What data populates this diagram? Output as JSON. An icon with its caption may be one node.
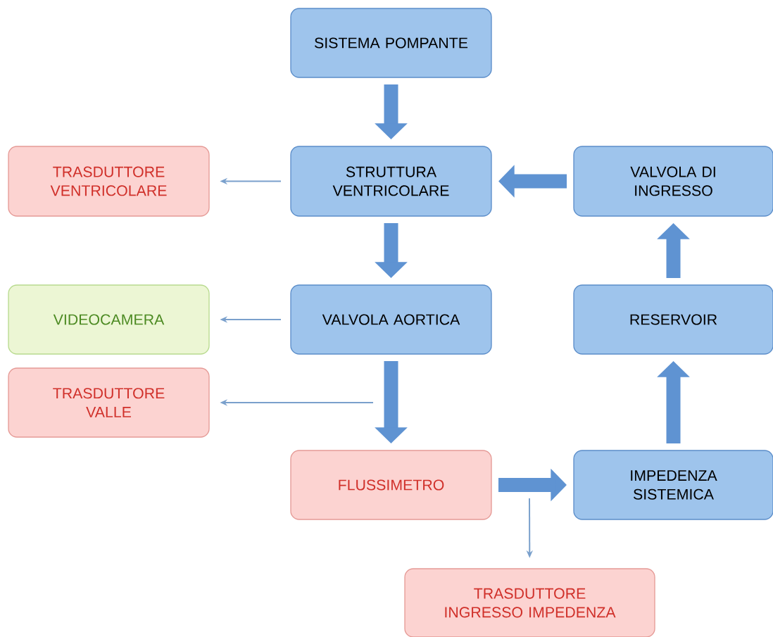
{
  "diagram": {
    "nodes": [
      {
        "text": [
          "SISTEMA POMPANTE"
        ]
      },
      {
        "text": [
          "TRASDUTTORE VENTRICOLARE"
        ]
      },
      {
        "text": [
          "STRUTTURA VENTRICOLARE"
        ]
      },
      {
        "text": [
          "VALVOLA DI INGRESSO"
        ]
      },
      {
        "text": [
          "VIDEOCAMERA"
        ]
      },
      {
        "text": [
          "VALVOLA AORTICA"
        ]
      },
      {
        "text": [
          "RESERVOIR"
        ]
      },
      {
        "text": [
          "TRASDUTTORE VALLE"
        ]
      },
      {
        "text": [
          "FLUSSIMETRO"
        ]
      },
      {
        "text": [
          "IMPEDENZA SISTEMICA"
        ]
      },
      {
        "text": [
          "TRASDUTTORE INGRESSO IMPEDENZA"
        ]
      }
    ],
    "edges": [
      {
        "from": 0,
        "to": 2,
        "arrow": "to"
      },
      {
        "from": 2,
        "to": 1,
        "arrow": "to",
        "color": "#7aa0cc"
      },
      {
        "from": 3,
        "to": 2,
        "arrow": "to"
      },
      {
        "from": 2,
        "to": 5,
        "arrow": "to"
      },
      {
        "from": 5,
        "to": 4,
        "arrow": "to",
        "color": "#7aa0cc"
      },
      {
        "from": 5,
        "to": 8,
        "arrow": "to"
      },
      {
        "from": null,
        "to": 7,
        "arrow": "to",
        "color": "#7aa0cc"
      },
      {
        "from": 8,
        "to": 9,
        "arrow": "to"
      },
      {
        "from": 9,
        "to": 6,
        "arrow": "to"
      },
      {
        "from": 6,
        "to": 3,
        "arrow": "to"
      },
      {
        "from": null,
        "to": 10,
        "arrow": "to",
        "color": "#7aa0cc"
      }
    ]
  }
}
